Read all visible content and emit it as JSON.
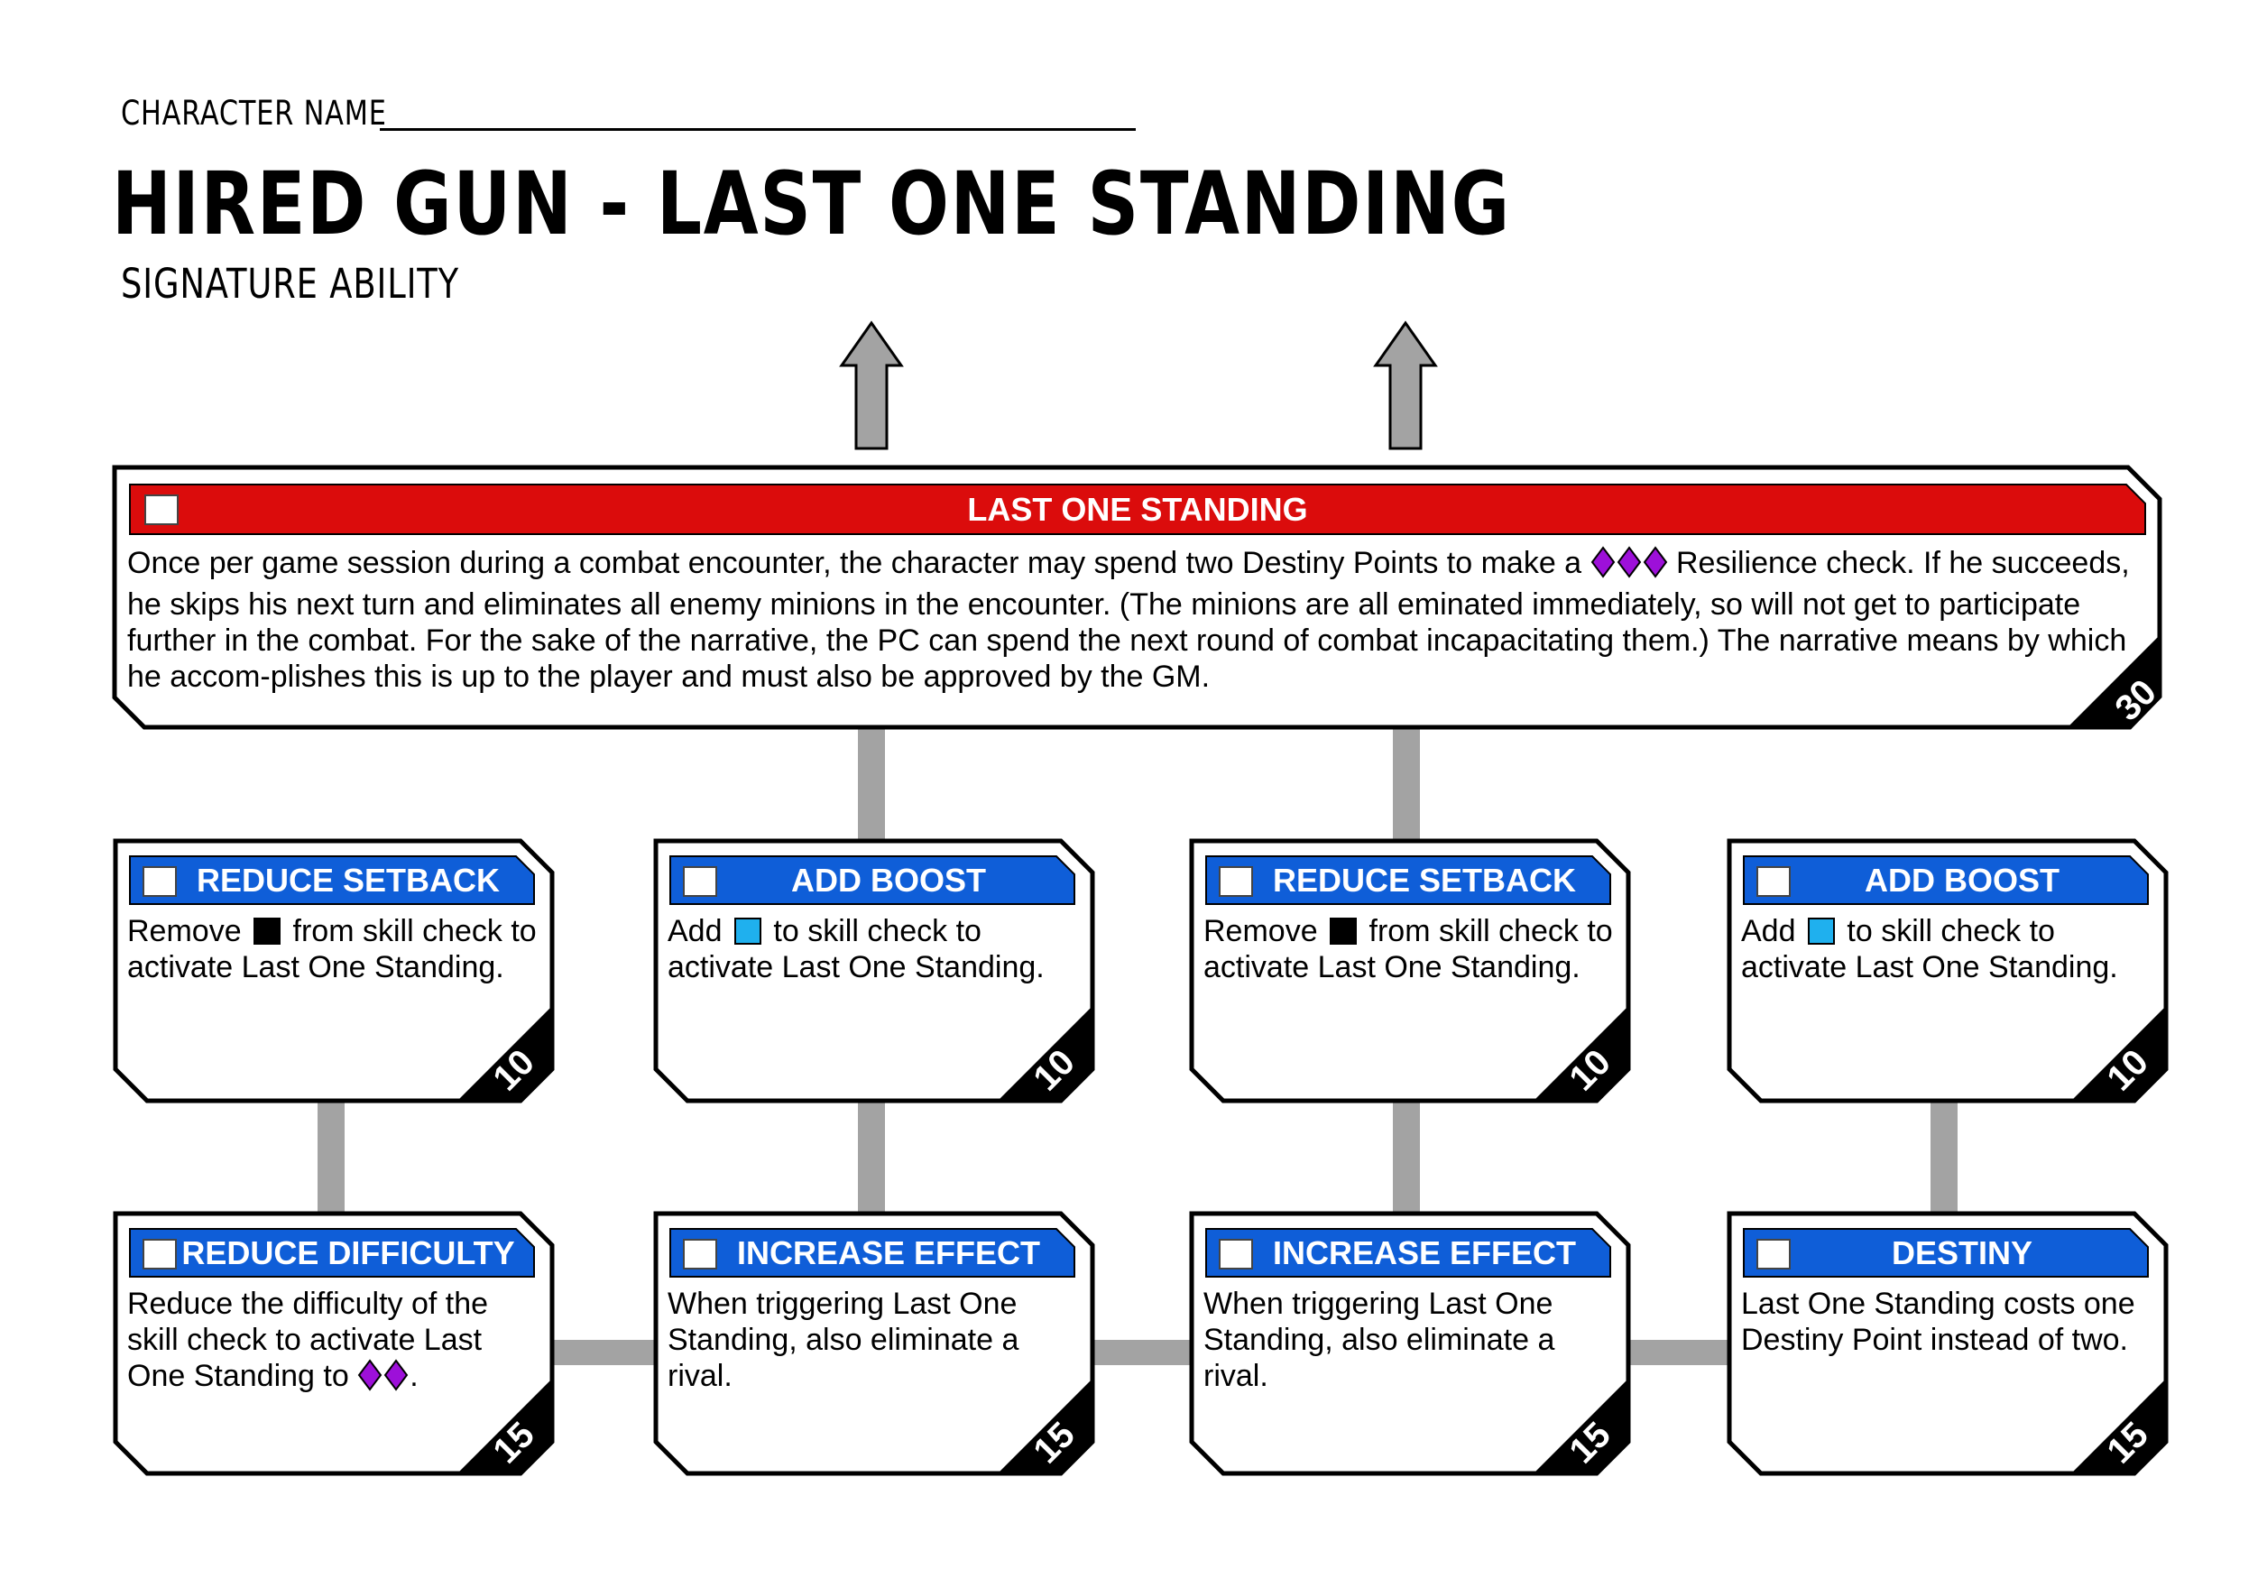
{
  "header": {
    "character_name_label": "CHARACTER NAME",
    "title": "HIRED GUN - LAST ONE STANDING",
    "subtitle": "SIGNATURE ABILITY"
  },
  "colors": {
    "title_bar_red": "#db0c0c",
    "title_bar_blue": "#0f5ed8",
    "connector_gray": "#a3a3a3",
    "difficulty_die": "#9d10d9",
    "boost_die": "#1fb0ee",
    "setback_die": "#000000"
  },
  "main": {
    "title": "LAST ONE STANDING",
    "text_before_dice": "Once per game session during a combat encounter, the character may spend two Destiny Points to make a",
    "dice_icon": "difficulty-die-icon x3",
    "text_after_dice": "Resilience check. If he succeeds, he skips his next turn and eliminates all enemy minions in the encounter. (The minions are all eminated immediately, so will not get to participate further in the combat. For the sake of the narrative, the PC can spend the next round of combat incapacitating them.) The narrative means by which he accom-plishes this is up to the player and must also be approved by the GM.",
    "cost": "30"
  },
  "row1": [
    {
      "title": "REDUCE SETBACK",
      "pre": "Remove",
      "icon": "setback-die-icon",
      "post": "from skill check to activate Last One Standing.",
      "cost": "10"
    },
    {
      "title": "ADD BOOST",
      "pre": "Add",
      "icon": "boost-die-icon",
      "post": "to skill check to activate Last One Standing.",
      "cost": "10"
    },
    {
      "title": "REDUCE SETBACK",
      "pre": "Remove",
      "icon": "setback-die-icon",
      "post": "from skill check to activate Last One Standing.",
      "cost": "10"
    },
    {
      "title": "ADD BOOST",
      "pre": "Add",
      "icon": "boost-die-icon",
      "post": "to skill check to activate Last One Standing.",
      "cost": "10"
    }
  ],
  "row2": [
    {
      "title": "REDUCE DIFFICULTY",
      "pre": "Reduce the difficulty of the skill check to activate Last One Standing to",
      "icon": "difficulty-die-icon x2",
      "post": ".",
      "cost": "15"
    },
    {
      "title": "INCREASE EFFECT",
      "text": "When triggering Last One Standing, also eliminate a rival.",
      "cost": "15"
    },
    {
      "title": "INCREASE EFFECT",
      "text": "When triggering Last One Standing, also eliminate a rival.",
      "cost": "15"
    },
    {
      "title": "DESTINY",
      "text": "Last One Standing costs one Destiny Point instead of two.",
      "cost": "15"
    }
  ]
}
